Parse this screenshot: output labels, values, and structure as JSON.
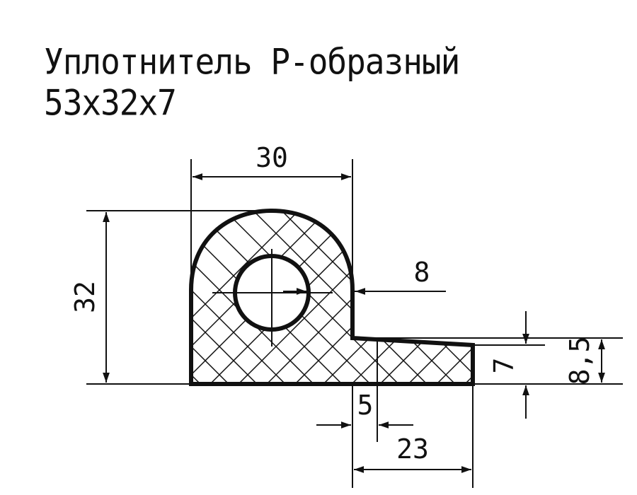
{
  "title": {
    "line1": "Уплотнитель Р-образный",
    "line2": "53x32x7"
  },
  "dimensions": {
    "width_top": "30",
    "height_total": "32",
    "hole_diameter": "8",
    "flange_thickness": "7",
    "flange_height_end": "8,5",
    "gap": "5",
    "flange_length": "23"
  },
  "colors": {
    "line": "#111111",
    "background": "#ffffff"
  }
}
